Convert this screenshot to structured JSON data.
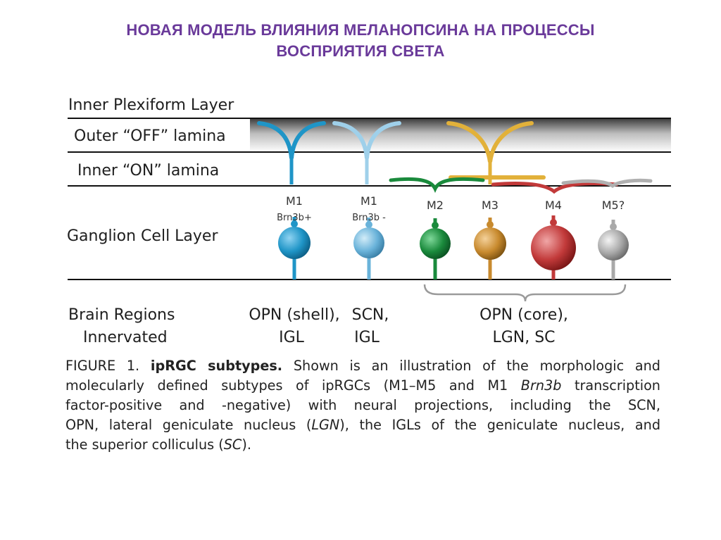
{
  "slide": {
    "title_lines": [
      "НОВАЯ МОДЕЛЬ ВЛИЯНИЯ МЕЛАНОПСИНА НА ПРОЦЕССЫ",
      "ВОСПРИЯТИЯ СВЕТА"
    ],
    "title_color": "#6a3a9a"
  },
  "figure": {
    "layers": {
      "inner_plexiform": "Inner Plexiform Layer",
      "outer_off": "Outer “OFF” lamina",
      "inner_on": "Inner “ON” lamina",
      "ganglion": "Ganglion Cell Layer"
    },
    "cells": [
      {
        "name": "M1",
        "sub": "Brn3b+",
        "color": "#1f95c7"
      },
      {
        "name": "M1",
        "sub": "Brn3b -",
        "color": "#6ab3da"
      },
      {
        "name": "M2",
        "sub": "",
        "color": "#1a8a3c"
      },
      {
        "name": "M3",
        "sub": "",
        "color": "#c88a2e"
      },
      {
        "name": "M4",
        "sub": "",
        "color": "#c23a3a"
      },
      {
        "name": "M5?",
        "sub": "",
        "color": "#a9a9a9"
      }
    ],
    "brain_regions": {
      "label_line1": "Brain Regions",
      "label_line2": "Innervated",
      "m1_plus_line1": "OPN (shell),",
      "m1_plus_line2": "IGL",
      "m1_minus_line1": "SCN,",
      "m1_minus_line2": "IGL",
      "others_line1": "OPN (core),",
      "others_line2": "LGN, SC"
    },
    "caption": {
      "figure_no": "FIGURE 1.",
      "bold": "ipRGC subtypes.",
      "l1": "Shown is an illustration of the morphologic and",
      "l2a": "molecularly defined subtypes of ipRGCs (M1–M5 and M1",
      "l2i": "Brn3b",
      "l2b": "transcription",
      "l3": "factor-positive and -negative) with neural projections, including the SCN,",
      "l4a": "OPN, lateral geniculate nucleus (",
      "l4i": "LGN",
      "l4b": "), the IGLs of the geniculate nucleus, and",
      "l5a": "the superior colliculus (",
      "l5i": "SC",
      "l5b": ")."
    }
  }
}
